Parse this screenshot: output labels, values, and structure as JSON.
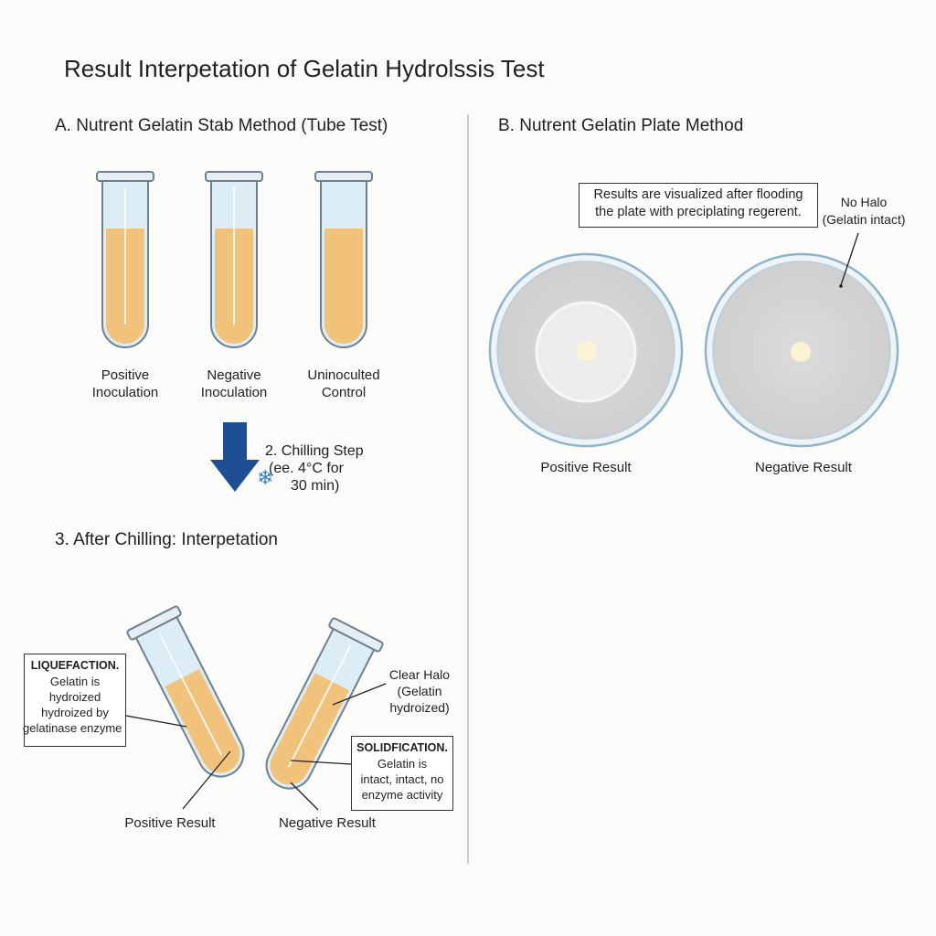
{
  "title": "Result Interpetation of Gelatin Hydrolssis Test",
  "section_a": {
    "heading": "A. Nutrent Gelatin Stab Method (Tube Test)",
    "tubes": [
      {
        "line1": "Positive",
        "line2": "Inoculation"
      },
      {
        "line1": "Negative",
        "line2": "Inoculation"
      },
      {
        "line1": "Uninoculted",
        "line2": "Control"
      }
    ],
    "chilling": {
      "line1": "2. Chilling Step",
      "line2": "(ee. 4°C for",
      "line3": "30 min)",
      "icon": "snowflake-icon"
    },
    "after_heading": "3. After Chilling: Interpetation",
    "liquefaction": {
      "title": "LIQUEFACTION.",
      "line1": "Gelatin is",
      "line2": "hydroized",
      "line3": "hydroized by",
      "line4": "gelatinase enzyme"
    },
    "clear_halo": {
      "line1": "Clear Halo",
      "line2": "(Gelatin",
      "line3": "hydroized)"
    },
    "solidification": {
      "title": "SOLIDFICATION.",
      "line1": "Gelatin is",
      "line2": "intact, intact, no",
      "line3": "enzyme activity"
    },
    "positive_result": "Positive Result",
    "negative_result": "Negative Result"
  },
  "section_b": {
    "heading": "B. Nutrent Gelatin Plate Method",
    "flood_note": {
      "line1": "Results are visualized after flooding",
      "line2": "the plate with preciplating regerent."
    },
    "no_halo": {
      "line1": "No Halo",
      "line2": "(Gelatin intact)"
    },
    "positive_result": "Positive Result",
    "negative_result": "Negative Result"
  },
  "colors": {
    "medium": "#f0c27a",
    "glass": "#d9ebf5",
    "arrow": "#1e4f93",
    "snowflake": "#3b7fc4"
  }
}
